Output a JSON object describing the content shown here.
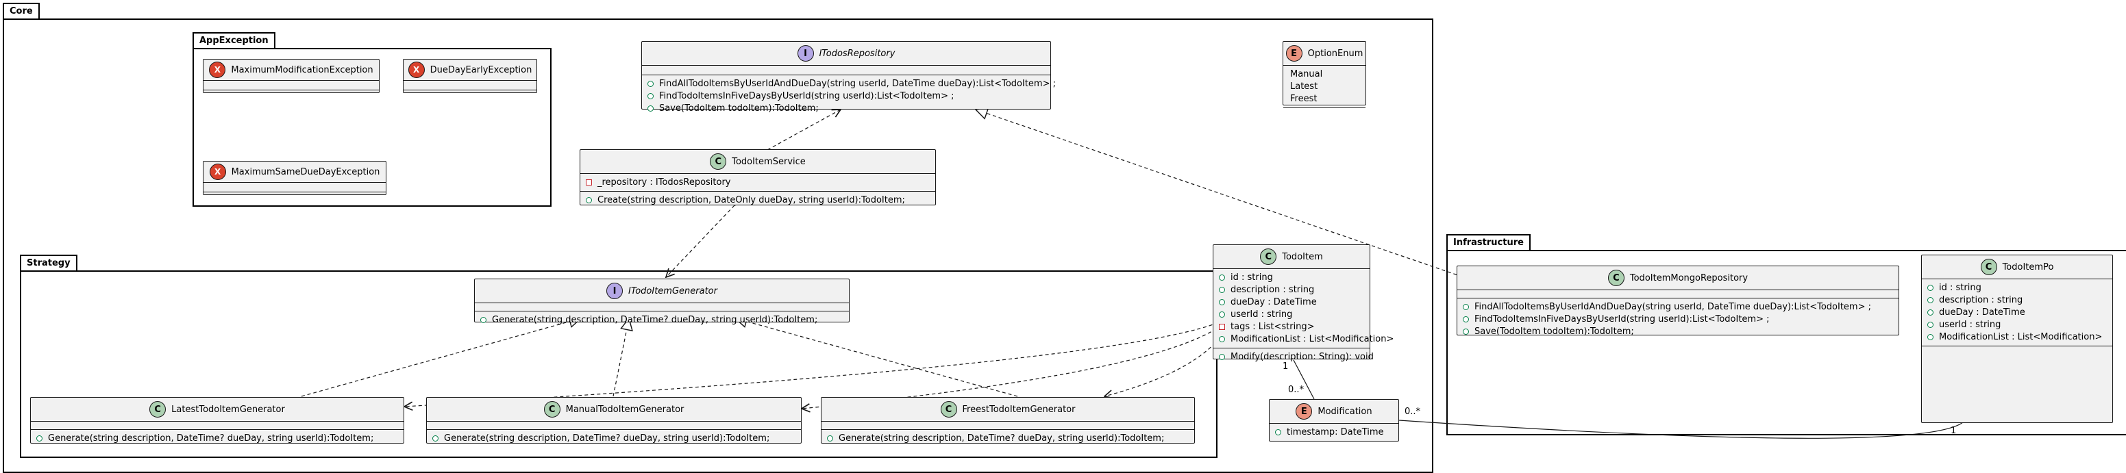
{
  "packages": {
    "core": "Core",
    "app_exception": "AppException",
    "strategy": "Strategy",
    "infrastructure": "Infrastructure"
  },
  "exceptions": {
    "max_modification": "MaximumModificationException",
    "due_day_early": "DueDayEarlyException",
    "max_same_due_day": "MaximumSameDueDayException"
  },
  "itodos_repository": {
    "name": "ITodosRepository",
    "methods": [
      "FindAllTodoItemsByUserIdAndDueDay(string userId, DateTime dueDay):List<TodoItem> ;",
      "FindTodoItemsInFiveDaysByUserId(string userId):List<TodoItem> ;",
      "Save(TodoItem todoItem):TodoItem;"
    ]
  },
  "option_enum": {
    "name": "OptionEnum",
    "literals": [
      "Manual",
      "Latest",
      "Freest"
    ]
  },
  "todo_item_service": {
    "name": "TodoItemService",
    "fields": [
      "_repository : ITodosRepository"
    ],
    "methods": [
      "Create(string description, DateOnly dueDay, string userId):TodoItem;"
    ]
  },
  "itodo_item_generator": {
    "name": "ITodoItemGenerator",
    "methods": [
      "Generate(string description, DateTime? dueDay, string userId):TodoItem;"
    ]
  },
  "latest_generator": {
    "name": "LatestTodoItemGenerator",
    "methods": [
      "Generate(string description, DateTime? dueDay, string userId):TodoItem;"
    ]
  },
  "manual_generator": {
    "name": "ManualTodoItemGenerator",
    "methods": [
      "Generate(string description, DateTime? dueDay, string userId):TodoItem;"
    ]
  },
  "freest_generator": {
    "name": "FreestTodoItemGenerator",
    "methods": [
      "Generate(string description, DateTime? dueDay, string userId):TodoItem;"
    ]
  },
  "todo_item": {
    "name": "TodoItem",
    "fields": [
      "id : string",
      "description : string",
      "dueDay : DateTime",
      "userId : string",
      "tags : List<string>",
      "ModificationList : List<Modification>"
    ],
    "methods": [
      "Modify(description: String): void"
    ]
  },
  "modification": {
    "name": "Modification",
    "fields": [
      "timestamp: DateTime"
    ]
  },
  "mongo_repository": {
    "name": "TodoItemMongoRepository",
    "methods": [
      "FindAllTodoItemsByUserIdAndDueDay(string userId, DateTime dueDay):List<TodoItem> ;",
      "FindTodoItemsInFiveDaysByUserId(string userId):List<TodoItem> ;",
      "Save(TodoItem todoItem):TodoItem;"
    ]
  },
  "todo_item_po": {
    "name": "TodoItemPo",
    "fields": [
      "id : string",
      "description : string",
      "dueDay : DateTime",
      "userId : string",
      "ModificationList : List<Modification>"
    ]
  },
  "multiplicities": {
    "todoitem_one": "1",
    "modification_many_from_todoitem": "0..*",
    "po_one": "1",
    "modification_many_from_po": "0..*"
  },
  "badges": {
    "class": "C",
    "interface": "I",
    "enum": "E",
    "exception": "X"
  },
  "colors": {
    "class_badge": "#ADD1B2",
    "interface_badge": "#B4A7E5",
    "enum_badge": "#EB937F",
    "exception_badge": "#D9412B",
    "box_fill": "#F1F1F1",
    "public_marker": "#038048",
    "private_marker": "#C82930"
  }
}
